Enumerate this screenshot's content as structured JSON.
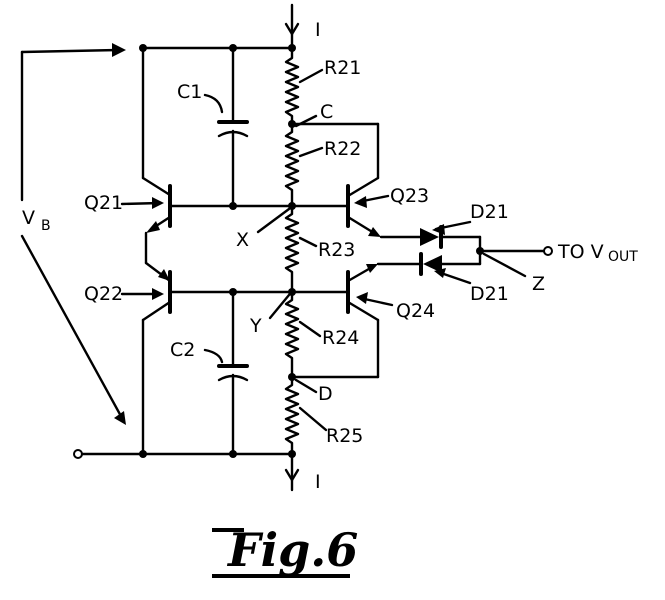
{
  "labels": {
    "current_top": "I",
    "current_bottom": "I",
    "vb_main": "V",
    "vb_sub": "B",
    "r21": "R21",
    "r22": "R22",
    "r23": "R23",
    "r24": "R24",
    "r25": "R25",
    "node_c": "C",
    "node_d": "D",
    "node_x": "X",
    "node_y": "Y",
    "node_z": "Z",
    "c1": "C1",
    "c2": "C2",
    "q21": "Q21",
    "q22": "Q22",
    "q23": "Q23",
    "q24": "Q24",
    "d21_top": "D21",
    "d21_bottom": "D21",
    "vout_main": "TO V",
    "vout_sub": "OUT"
  },
  "caption": "Fig.6"
}
